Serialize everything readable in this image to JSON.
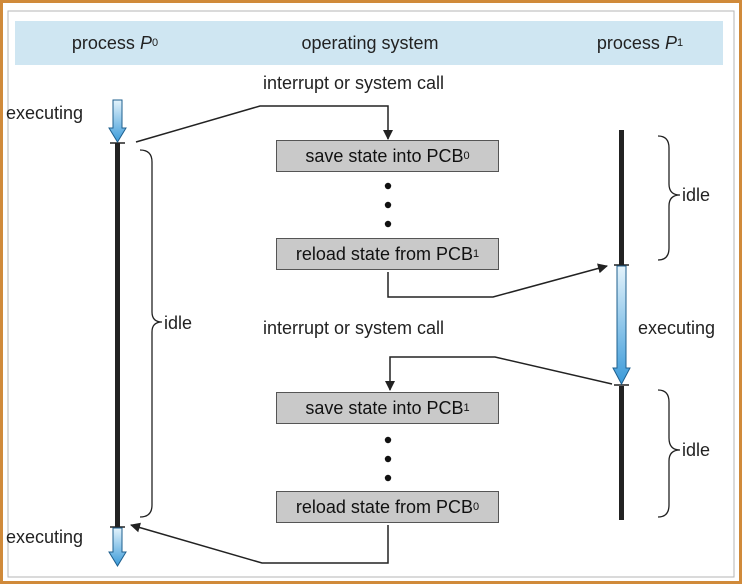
{
  "headers": {
    "p0": {
      "name": "process",
      "var": "P",
      "sub": "0"
    },
    "os": "operating system",
    "p1": {
      "name": "process",
      "var": "P",
      "sub": "1"
    }
  },
  "labels": {
    "interrupt_top": "interrupt or system call",
    "interrupt_mid": "interrupt or system call",
    "exec_p0_top": "executing",
    "exec_p0_bottom": "executing",
    "exec_p1": "executing",
    "idle_p0": "idle",
    "idle_p1_top": "idle",
    "idle_p1_bottom": "idle"
  },
  "boxes": [
    {
      "text": "save state into PCB",
      "sub": "0"
    },
    {
      "text": "reload state from PCB",
      "sub": "1"
    },
    {
      "text": "save state into PCB",
      "sub": "1"
    },
    {
      "text": "reload state from PCB",
      "sub": "0"
    }
  ],
  "colors": {
    "frame": "#d08a3a",
    "header_band": "#cfe6f2",
    "box_fill": "#c9c9c9",
    "exec_arrow_top": "#e4f3fb",
    "exec_arrow_bottom": "#3a9ad9",
    "line": "#222222"
  }
}
